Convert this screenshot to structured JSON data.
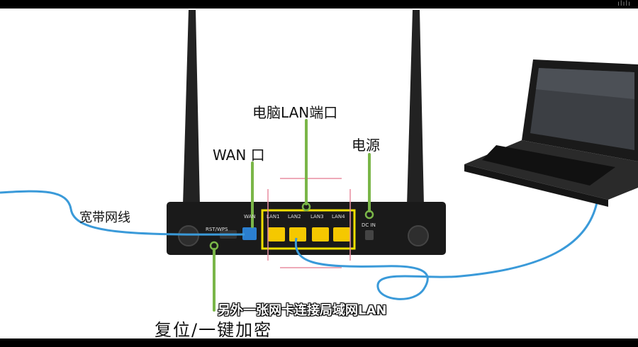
{
  "watermark": "ılılı",
  "labels": {
    "pc_lan_port": "电脑LAN端口",
    "power": "电源",
    "wan_port": "WAN 口",
    "broadband_line": "宽带网线",
    "reset_wps": "复位/一键加密"
  },
  "subtitle": "另外一张网卡连接局域网LAN",
  "router_ports": {
    "rst_wps": "RST/WPS",
    "wan": "WAN",
    "lan1": "LAN1",
    "lan2": "LAN2",
    "lan3": "LAN3",
    "lan4": "LAN4",
    "dc_in": "DC IN"
  },
  "colors": {
    "callout_line": "#7ab648",
    "highlight_box": "#f0e000",
    "cable": "#3a9ad9",
    "lan_port": "#f5c800",
    "wan_port": "#2b7fd0",
    "router_body": "#1a1a1a"
  }
}
